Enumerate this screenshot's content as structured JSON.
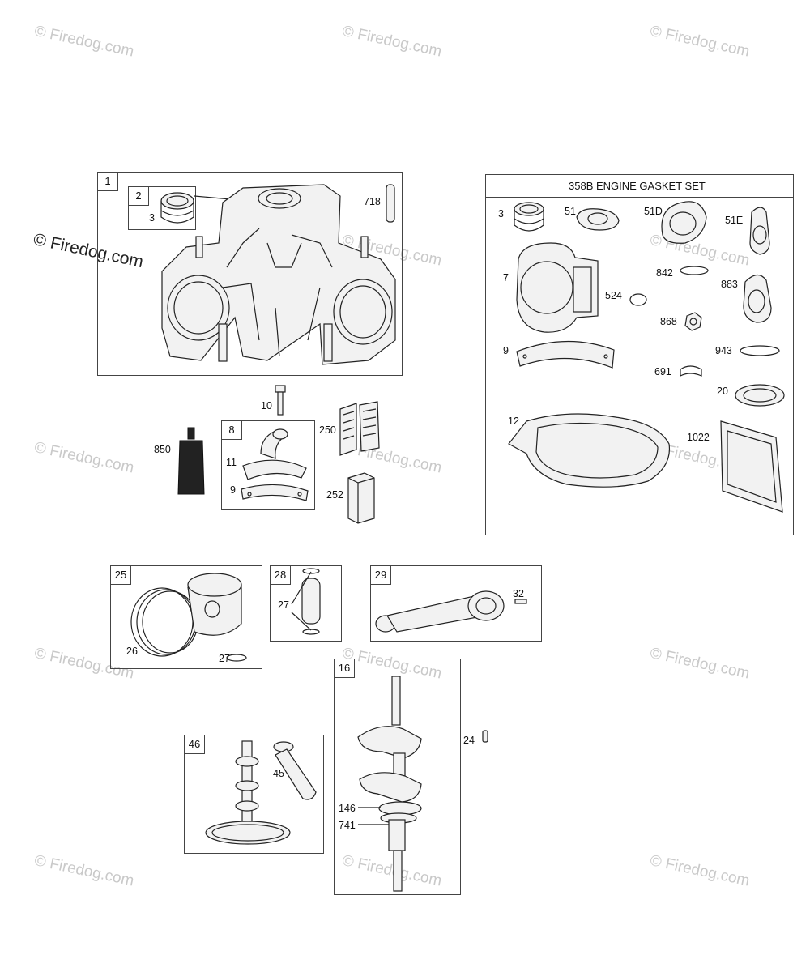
{
  "watermark": {
    "text": "© Firedog.com"
  },
  "gasket_set": {
    "title": "358B ENGINE GASKET SET"
  },
  "callouts": {
    "c1": "1",
    "c2": "2",
    "c3a": "3",
    "c718": "718",
    "c10": "10",
    "c8": "8",
    "c11": "11",
    "c9a": "9",
    "c850": "850",
    "c250": "250",
    "c252": "252",
    "g3": "3",
    "g51": "51",
    "g51d": "51D",
    "g51e": "51E",
    "g7": "7",
    "g842": "842",
    "g524": "524",
    "g883": "883",
    "g868": "868",
    "g9": "9",
    "g943": "943",
    "g691": "691",
    "g20": "20",
    "g12": "12",
    "g1022": "1022",
    "c25": "25",
    "c26": "26",
    "c27a": "27",
    "c28": "28",
    "c27b": "27",
    "c29": "29",
    "c32": "32",
    "c16": "16",
    "c24": "24",
    "c146": "146",
    "c741": "741",
    "c46": "46",
    "c45": "45"
  }
}
